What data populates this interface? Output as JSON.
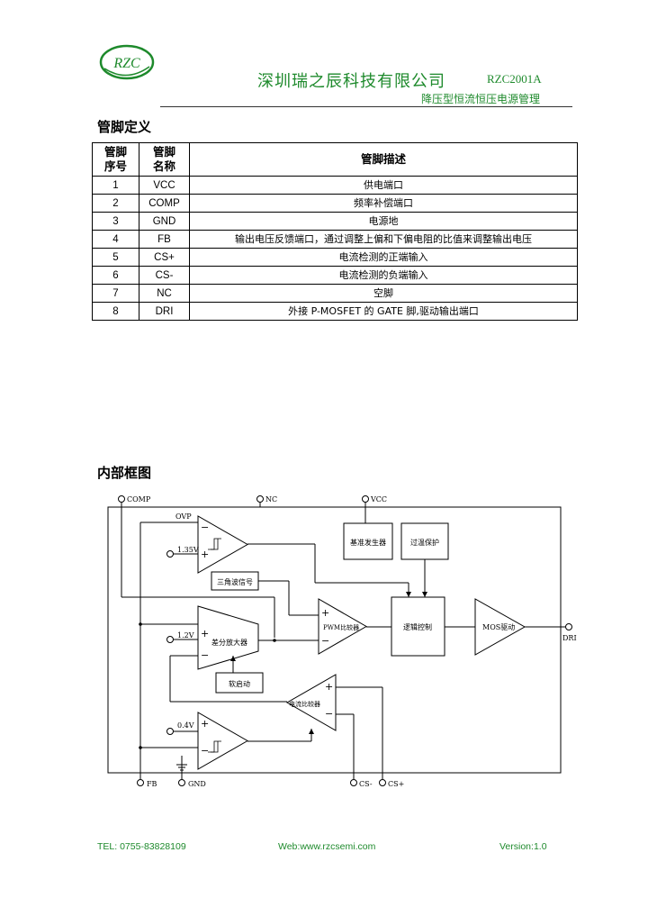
{
  "header": {
    "logo_text": "RZC",
    "company": "深圳瑞之辰科技有限公司",
    "model": "RZC2001A",
    "subtitle": "降压型恒流恒压电源管理"
  },
  "pin_section": {
    "title": "管脚定义",
    "columns": [
      "管脚\n序号",
      "管脚\n名称",
      "管脚描述"
    ],
    "rows": [
      {
        "num": "1",
        "name": "VCC",
        "desc": "供电端口"
      },
      {
        "num": "2",
        "name": "COMP",
        "desc": "频率补偿端口"
      },
      {
        "num": "3",
        "name": "GND",
        "desc": "电源地"
      },
      {
        "num": "4",
        "name": "FB",
        "desc": "输出电压反馈端口，通过调整上偏和下偏电阻的比值来调整输出电压"
      },
      {
        "num": "5",
        "name": "CS+",
        "desc": "电流检测的正端输入"
      },
      {
        "num": "6",
        "name": "CS-",
        "desc": "电流检测的负端输入"
      },
      {
        "num": "7",
        "name": "NC",
        "desc": "空脚"
      },
      {
        "num": "8",
        "name": "DRI",
        "desc": "外接 P-MOSFET 的 GATE 脚,驱动输出端口"
      }
    ]
  },
  "block_section": {
    "title": "内部框图",
    "pins": {
      "comp": "COMP",
      "nc": "NC",
      "vcc": "VCC",
      "dri": "DRI",
      "fb": "FB",
      "gnd": "GND",
      "cs_minus": "CS-",
      "cs_plus": "CS+"
    },
    "blocks": {
      "ovp": "OVP",
      "ref_135": "1.35V",
      "bandgap": "基准发生器",
      "otp": "过温保护",
      "triangle": "三角波信号",
      "pwm": "PWM比较器",
      "logic": "逻辑控制",
      "mos_drive": "MOS驱动",
      "ref_12": "1.2V",
      "diff_amp": "差分放大器",
      "soft_start": "软启动",
      "current_cmp": "电流比较器",
      "ref_04": "0.4V"
    }
  },
  "footer": {
    "tel": "TEL: 0755-83828109",
    "web": "Web:www.rzcsemi.com",
    "version": "Version:1.0"
  }
}
